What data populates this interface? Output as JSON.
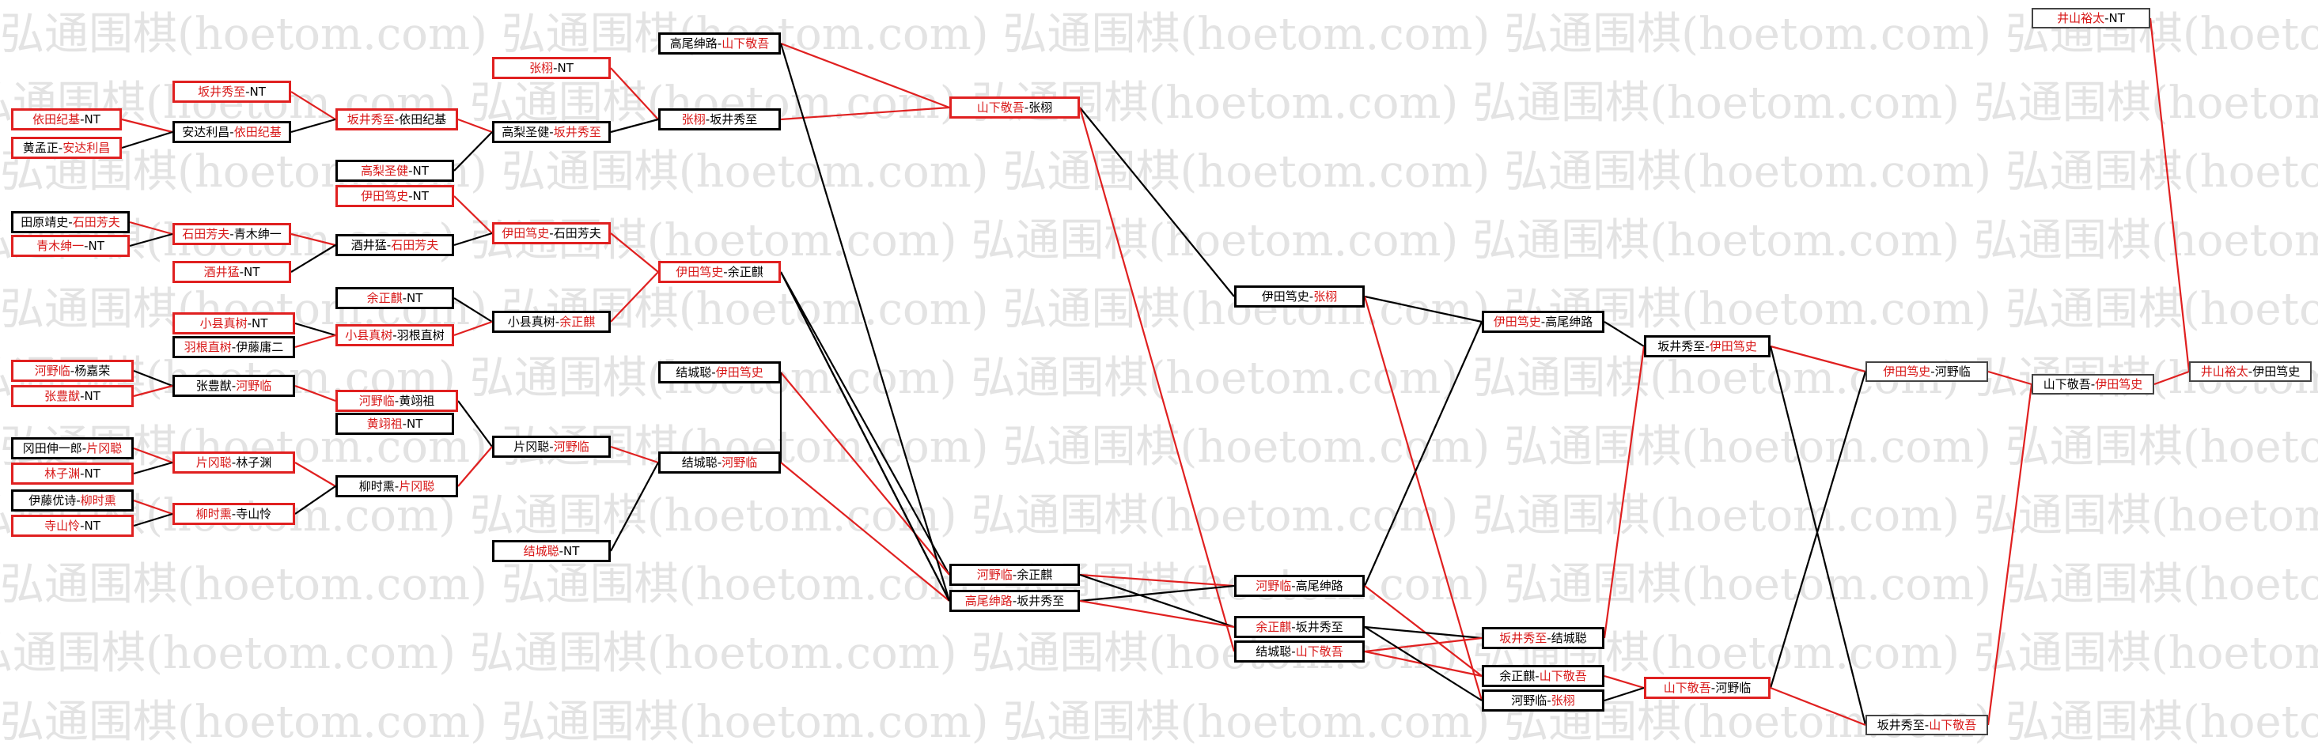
{
  "watermark_text": "弘通围棋(hoetom.com)",
  "colors": {
    "winner": "#d81818",
    "red_line": "#e02020",
    "black_line": "#000000",
    "watermark": "#e3e3e3"
  },
  "boxes": [
    {
      "id": "r1_1",
      "a": "依田纪基",
      "b": "NT",
      "win": "a",
      "border": "red"
    },
    {
      "id": "r1_2",
      "a": "黄孟正",
      "b": "安达利昌",
      "win": "b",
      "border": "red"
    },
    {
      "id": "r1_3",
      "a": "田原靖史",
      "b": "石田芳夫",
      "win": "b",
      "border": "black"
    },
    {
      "id": "r1_4",
      "a": "青木绅一",
      "b": "NT",
      "win": "a",
      "border": "red"
    },
    {
      "id": "r1_5",
      "a": "河野临",
      "b": "杨嘉荣",
      "win": "a",
      "border": "red"
    },
    {
      "id": "r1_6",
      "a": "张豊猷",
      "b": "NT",
      "win": "a",
      "border": "red"
    },
    {
      "id": "r1_7",
      "a": "冈田伸一郎",
      "b": "片冈聪",
      "win": "b",
      "border": "black"
    },
    {
      "id": "r1_8",
      "a": "林子渊",
      "b": "NT",
      "win": "a",
      "border": "red"
    },
    {
      "id": "r1_9",
      "a": "伊藤优诗",
      "b": "柳时熏",
      "win": "b",
      "border": "black"
    },
    {
      "id": "r1_10",
      "a": "寺山怜",
      "b": "NT",
      "win": "a",
      "border": "red"
    },
    {
      "id": "r2_1",
      "a": "坂井秀至",
      "b": "NT",
      "win": "a",
      "border": "red"
    },
    {
      "id": "r2_2",
      "a": "安达利昌",
      "b": "依田纪基",
      "win": "b",
      "border": "black"
    },
    {
      "id": "r2_3",
      "a": "石田芳夫",
      "b": "青木绅一",
      "win": "a",
      "border": "red"
    },
    {
      "id": "r2_4",
      "a": "酒井猛",
      "b": "NT",
      "win": "a",
      "border": "red"
    },
    {
      "id": "r2_5",
      "a": "小县真树",
      "b": "NT",
      "win": "a",
      "border": "red"
    },
    {
      "id": "r2_6",
      "a": "羽根直树",
      "b": "伊藤庸二",
      "win": "a",
      "border": "black"
    },
    {
      "id": "r2_7",
      "a": "张豊猷",
      "b": "河野临",
      "win": "b",
      "border": "black"
    },
    {
      "id": "r2_8",
      "a": "片冈聪",
      "b": "林子渊",
      "win": "a",
      "border": "red"
    },
    {
      "id": "r2_9",
      "a": "柳时熏",
      "b": "寺山怜",
      "win": "a",
      "border": "red"
    },
    {
      "id": "r3_1",
      "a": "坂井秀至",
      "b": "依田纪基",
      "win": "a",
      "border": "red"
    },
    {
      "id": "r3_2",
      "a": "高梨圣健",
      "b": "NT",
      "win": "a",
      "border": "black"
    },
    {
      "id": "r3_3",
      "a": "伊田笃史",
      "b": "NT",
      "win": "a",
      "border": "red"
    },
    {
      "id": "r3_4",
      "a": "酒井猛",
      "b": "石田芳夫",
      "win": "b",
      "border": "black"
    },
    {
      "id": "r3_5",
      "a": "余正麒",
      "b": "NT",
      "win": "a",
      "border": "black"
    },
    {
      "id": "r3_6",
      "a": "小县真树",
      "b": "羽根直树",
      "win": "a",
      "border": "red"
    },
    {
      "id": "r3_7",
      "a": "河野临",
      "b": "黄翊祖",
      "win": "a",
      "border": "red"
    },
    {
      "id": "r3_8",
      "a": "黄翊祖",
      "b": "NT",
      "win": "a",
      "border": "black"
    },
    {
      "id": "r3_9",
      "a": "柳时熏",
      "b": "片冈聪",
      "win": "b",
      "border": "black"
    },
    {
      "id": "r4_1",
      "a": "张栩",
      "b": "NT",
      "win": "a",
      "border": "red"
    },
    {
      "id": "r4_2",
      "a": "高梨圣健",
      "b": "坂井秀至",
      "win": "b",
      "border": "black"
    },
    {
      "id": "r4_3",
      "a": "伊田笃史",
      "b": "石田芳夫",
      "win": "a",
      "border": "red"
    },
    {
      "id": "r4_4",
      "a": "小县真树",
      "b": "余正麒",
      "win": "b",
      "border": "black"
    },
    {
      "id": "r4_5",
      "a": "片冈聪",
      "b": "河野临",
      "win": "b",
      "border": "black"
    },
    {
      "id": "r4_6",
      "a": "结城聪",
      "b": "NT",
      "win": "a",
      "border": "black"
    },
    {
      "id": "r5_1",
      "a": "高尾绅路",
      "b": "山下敬吾",
      "win": "b",
      "border": "black"
    },
    {
      "id": "r5_2",
      "a": "张栩",
      "b": "坂井秀至",
      "win": "a",
      "border": "black"
    },
    {
      "id": "r5_3",
      "a": "伊田笃史",
      "b": "余正麒",
      "win": "a",
      "border": "red"
    },
    {
      "id": "r5_4",
      "a": "结城聪",
      "b": "伊田笃史",
      "win": "b",
      "border": "black"
    },
    {
      "id": "r5_5",
      "a": "结城聪",
      "b": "河野临",
      "win": "b",
      "border": "black"
    },
    {
      "id": "r6_1",
      "a": "山下敬吾",
      "b": "张栩",
      "win": "a",
      "border": "red"
    },
    {
      "id": "r6_2",
      "a": "河野临",
      "b": "余正麒",
      "win": "a",
      "border": "black"
    },
    {
      "id": "r6_3",
      "a": "高尾绅路",
      "b": "坂井秀至",
      "win": "a",
      "border": "black"
    },
    {
      "id": "r7_1",
      "a": "伊田笃史",
      "b": "张栩",
      "win": "b",
      "border": "black"
    },
    {
      "id": "r7_2",
      "a": "河野临",
      "b": "高尾绅路",
      "win": "a",
      "border": "black"
    },
    {
      "id": "r7_3",
      "a": "余正麒",
      "b": "坂井秀至",
      "win": "a",
      "border": "black"
    },
    {
      "id": "r7_4",
      "a": "结城聪",
      "b": "山下敬吾",
      "win": "b",
      "border": "black"
    },
    {
      "id": "r8_1",
      "a": "伊田笃史",
      "b": "高尾绅路",
      "win": "a",
      "border": "black"
    },
    {
      "id": "r8_2",
      "a": "坂井秀至",
      "b": "结城聪",
      "win": "a",
      "border": "black"
    },
    {
      "id": "r8_3",
      "a": "余正麒",
      "b": "山下敬吾",
      "win": "b",
      "border": "black"
    },
    {
      "id": "r8_4",
      "a": "河野临",
      "b": "张栩",
      "win": "b",
      "border": "black"
    },
    {
      "id": "r9_1",
      "a": "坂井秀至",
      "b": "伊田笃史",
      "win": "b",
      "border": "black"
    },
    {
      "id": "r9_2",
      "a": "山下敬吾",
      "b": "河野临",
      "win": "a",
      "border": "red"
    },
    {
      "id": "r10_1",
      "a": "伊田笃史",
      "b": "河野临",
      "win": "a",
      "border": "thin"
    },
    {
      "id": "r10_2",
      "a": "坂井秀至",
      "b": "山下敬吾",
      "win": "b",
      "border": "thin"
    },
    {
      "id": "r11_1",
      "a": "山下敬吾",
      "b": "伊田笃史",
      "win": "b",
      "border": "thin"
    },
    {
      "id": "r12_0",
      "a": "井山裕太",
      "b": "NT",
      "win": "a",
      "border": "thin"
    },
    {
      "id": "r12_1",
      "a": "井山裕太",
      "b": "伊田笃史",
      "win": "a",
      "border": "thin"
    }
  ]
}
